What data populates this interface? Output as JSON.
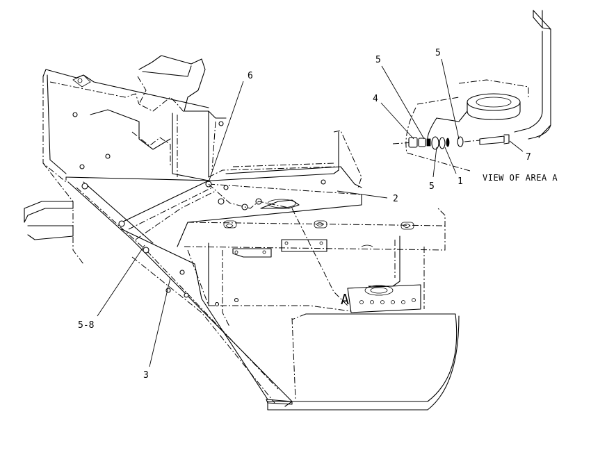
{
  "callouts": {
    "c1": "1",
    "c2": "2",
    "c3": "3",
    "c4": "4",
    "c5a": "5",
    "c5b": "5",
    "c5c": "5",
    "c6": "6",
    "c7": "7",
    "c58": "5-8",
    "area_marker": "A"
  },
  "view_caption": "VIEW OF AREA A"
}
